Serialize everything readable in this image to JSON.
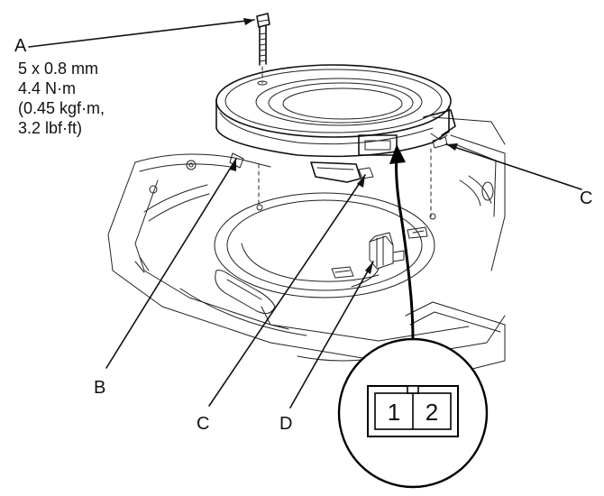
{
  "callouts": {
    "a": "A",
    "b": "B",
    "c_right": "C",
    "c_bottom": "C",
    "d": "D"
  },
  "spec": {
    "line1": "5 x 0.8 mm",
    "line2": "4.4 N·m",
    "line3": "(0.45 kgf·m,",
    "line4": "3.2 lbf·ft)"
  },
  "connector": {
    "pin1": "1",
    "pin2": "2"
  }
}
